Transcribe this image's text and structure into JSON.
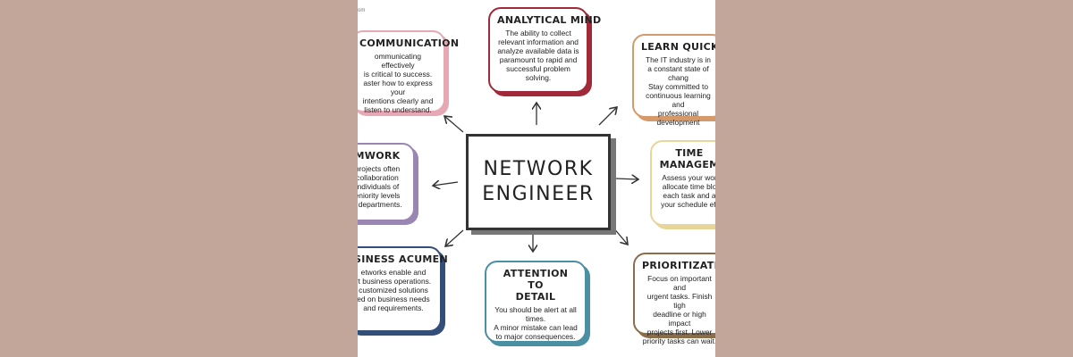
{
  "source_fragment": "om",
  "center": {
    "line1": "NETWORK",
    "line2": "ENGINEER"
  },
  "nodes": [
    {
      "id": "analytical",
      "title": "ANALYTICAL MIND",
      "text": "The ability to collect\nrelevant information and\nanalyze available data is\nparamount to rapid and\nsuccessful problem\nsolving.",
      "color": "#a12a3a"
    },
    {
      "id": "communication",
      "title": "COMMUNICATION",
      "text": "ommunicating effectively\nis critical to success.\naster how to express your\nintentions clearly and\nlisten to understand.",
      "color": "#e6a8b4"
    },
    {
      "id": "learn",
      "title": "LEARN QUICKLY",
      "text": "The IT industry is in\na constant state of chang\nStay committed to\ncontinuous learning and\nprofessional development",
      "color": "#d59a6c"
    },
    {
      "id": "teamwork",
      "title": "MWORK",
      "text": "projects often\ncollaboration\nindividuals of\neniority levels\ns departments.",
      "color": "#9a86b3"
    },
    {
      "id": "time",
      "title": "TIME\nMANAGEM",
      "text": "Assess your wor\nallocate time blo\neach task and a\nyour schedule eff",
      "color": "#e8d59a"
    },
    {
      "id": "business",
      "title": "SINESS ACUMEN",
      "text": "etworks enable and\nrt business operations.\ncustomized solutions\ned on business needs\nand requirements.",
      "color": "#334f79"
    },
    {
      "id": "attention",
      "title": "ATTENTION TO\nDETAIL",
      "text": "You should be alert at all\ntimes.\nA minor mistake can lead\nto major consequences.",
      "color": "#4b8fa2"
    },
    {
      "id": "prioritization",
      "title": "PRIORITIZATION",
      "text": "Focus on important and\nurgent tasks. Finish tigh\ndeadline or high impact\nprojects first. Lower\npriority tasks can wait.",
      "color": "#8b6d4a"
    }
  ]
}
